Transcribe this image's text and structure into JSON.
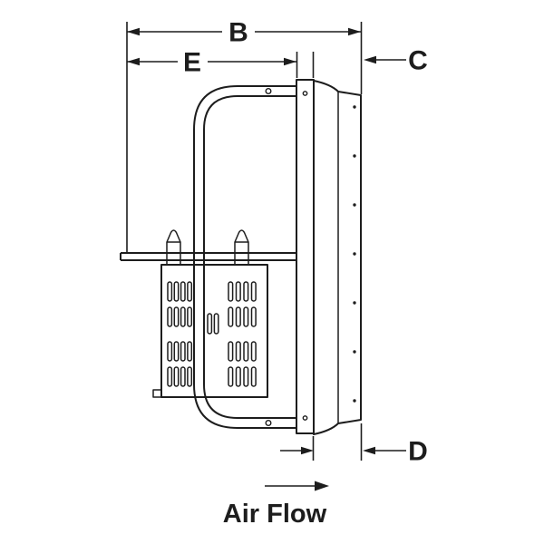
{
  "colors": {
    "line": "#1d1d1d",
    "background": "#ffffff"
  },
  "dimension_labels": {
    "b": "B",
    "e": "E",
    "c": "C",
    "d": "D"
  },
  "air_flow_label": "Air Flow"
}
